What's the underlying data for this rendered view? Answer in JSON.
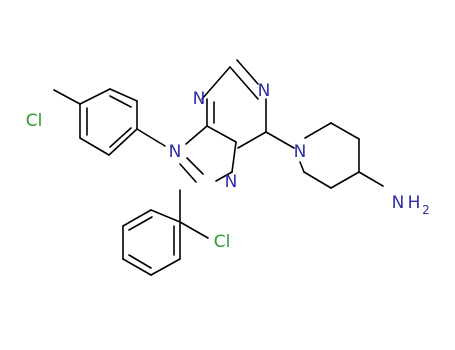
{
  "molecule": {
    "colors": {
      "N": "#2c2ca6",
      "Cl": "#2f9a2f",
      "bond": "#000000",
      "background": "#ffffff"
    },
    "atoms": {
      "n_upper_left": "N",
      "n_upper_right": "N",
      "n9": "N",
      "n7": "N",
      "n_piperidine": "N",
      "cl_para": "Cl",
      "cl_ortho": "Cl",
      "amine_n": "N",
      "amine_h": "H",
      "amine_count": "2"
    }
  }
}
